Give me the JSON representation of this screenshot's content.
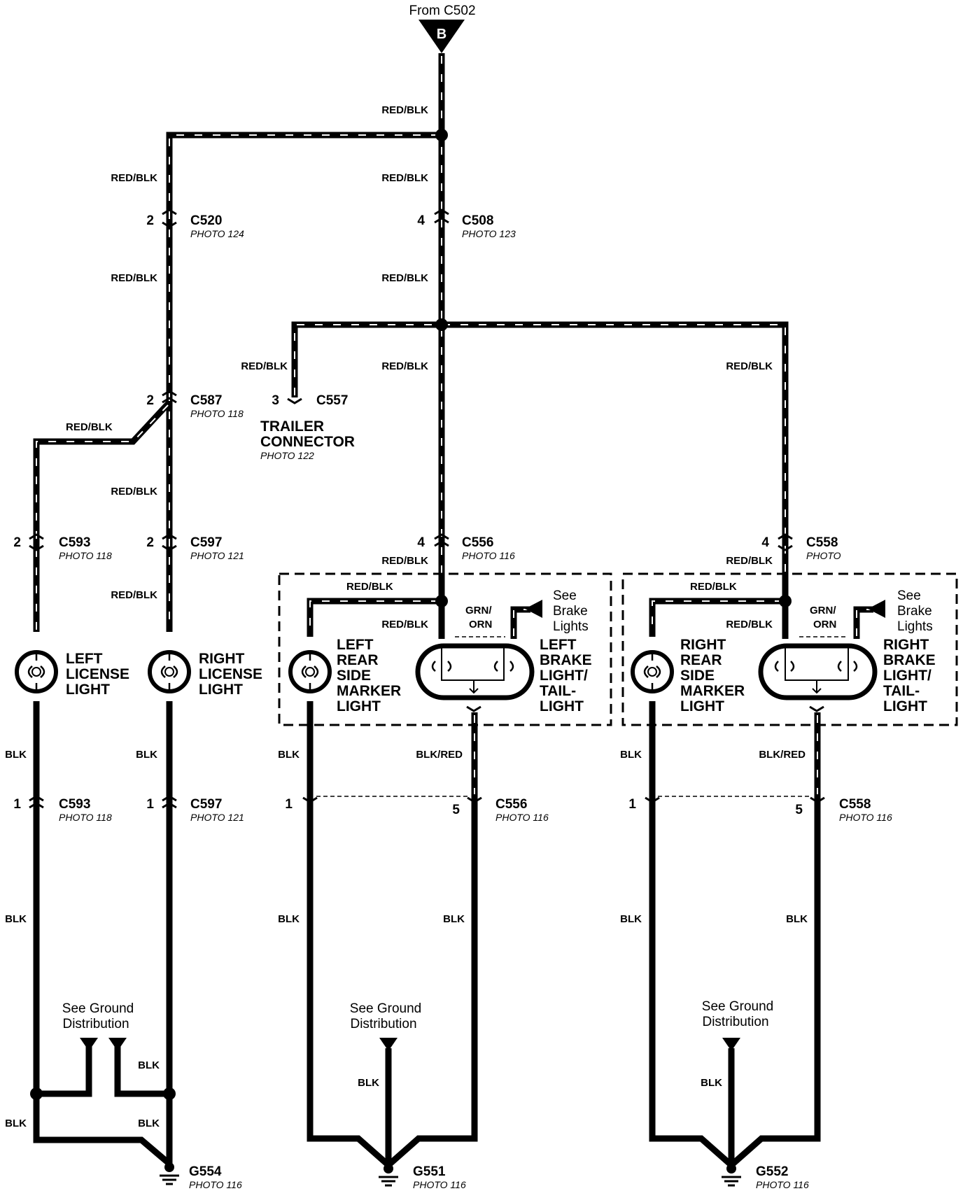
{
  "source": {
    "label": "From C502",
    "letter": "B"
  },
  "colors": {
    "wire": "#000000",
    "stripe": "#ffffff",
    "background": "#ffffff"
  },
  "wire_labels": {
    "red_blk": "RED/BLK",
    "blk": "BLK",
    "blk_red": "BLK/RED",
    "grn": "GRN/",
    "orn": "ORN"
  },
  "connectors": {
    "c520": {
      "name": "C520",
      "photo": "PHOTO 124",
      "pin": "2"
    },
    "c508": {
      "name": "C508",
      "photo": "PHOTO 123",
      "pin": "4"
    },
    "c587": {
      "name": "C587",
      "photo": "PHOTO 118",
      "pin": "2"
    },
    "c557": {
      "name": "C557",
      "pin": "3"
    },
    "c593_top": {
      "name": "C593",
      "photo": "PHOTO 118",
      "pin": "2"
    },
    "c597_top": {
      "name": "C597",
      "photo": "PHOTO 121",
      "pin": "2"
    },
    "c556_top": {
      "name": "C556",
      "photo": "PHOTO 116",
      "pin": "4"
    },
    "c558_top": {
      "name": "C558",
      "photo": "PHOTO",
      "pin": "4"
    },
    "c593_bot": {
      "name": "C593",
      "photo": "PHOTO 118",
      "pin": "1"
    },
    "c597_bot": {
      "name": "C597",
      "photo": "PHOTO 121",
      "pin": "1"
    },
    "c556_bot": {
      "name": "C556",
      "photo": "PHOTO 116",
      "pin_left": "1",
      "pin_right": "5"
    },
    "c558_bot": {
      "name": "C558",
      "photo": "PHOTO 116",
      "pin_left": "1",
      "pin_right": "5"
    }
  },
  "trailer": {
    "line1": "TRAILER",
    "line2": "CONNECTOR",
    "photo": "PHOTO 122"
  },
  "devices": {
    "left_license": [
      "LEFT",
      "LICENSE",
      "LIGHT"
    ],
    "right_license": [
      "RIGHT",
      "LICENSE",
      "LIGHT"
    ],
    "left_marker": [
      "LEFT",
      "REAR",
      "SIDE",
      "MARKER",
      "LIGHT"
    ],
    "right_marker": [
      "RIGHT",
      "REAR",
      "SIDE",
      "MARKER",
      "LIGHT"
    ],
    "left_brake": [
      "LEFT",
      "BRAKE",
      "LIGHT/",
      "TAIL-",
      "LIGHT"
    ],
    "right_brake": [
      "RIGHT",
      "BRAKE",
      "LIGHT/",
      "TAIL-",
      "LIGHT"
    ]
  },
  "notes": {
    "see_brake": [
      "See",
      "Brake",
      "Lights"
    ],
    "see_ground": [
      "See Ground",
      "Distribution"
    ]
  },
  "grounds": {
    "g554": {
      "name": "G554",
      "photo": "PHOTO 116"
    },
    "g551": {
      "name": "G551",
      "photo": "PHOTO 116"
    },
    "g552": {
      "name": "G552",
      "photo": "PHOTO 116"
    }
  }
}
